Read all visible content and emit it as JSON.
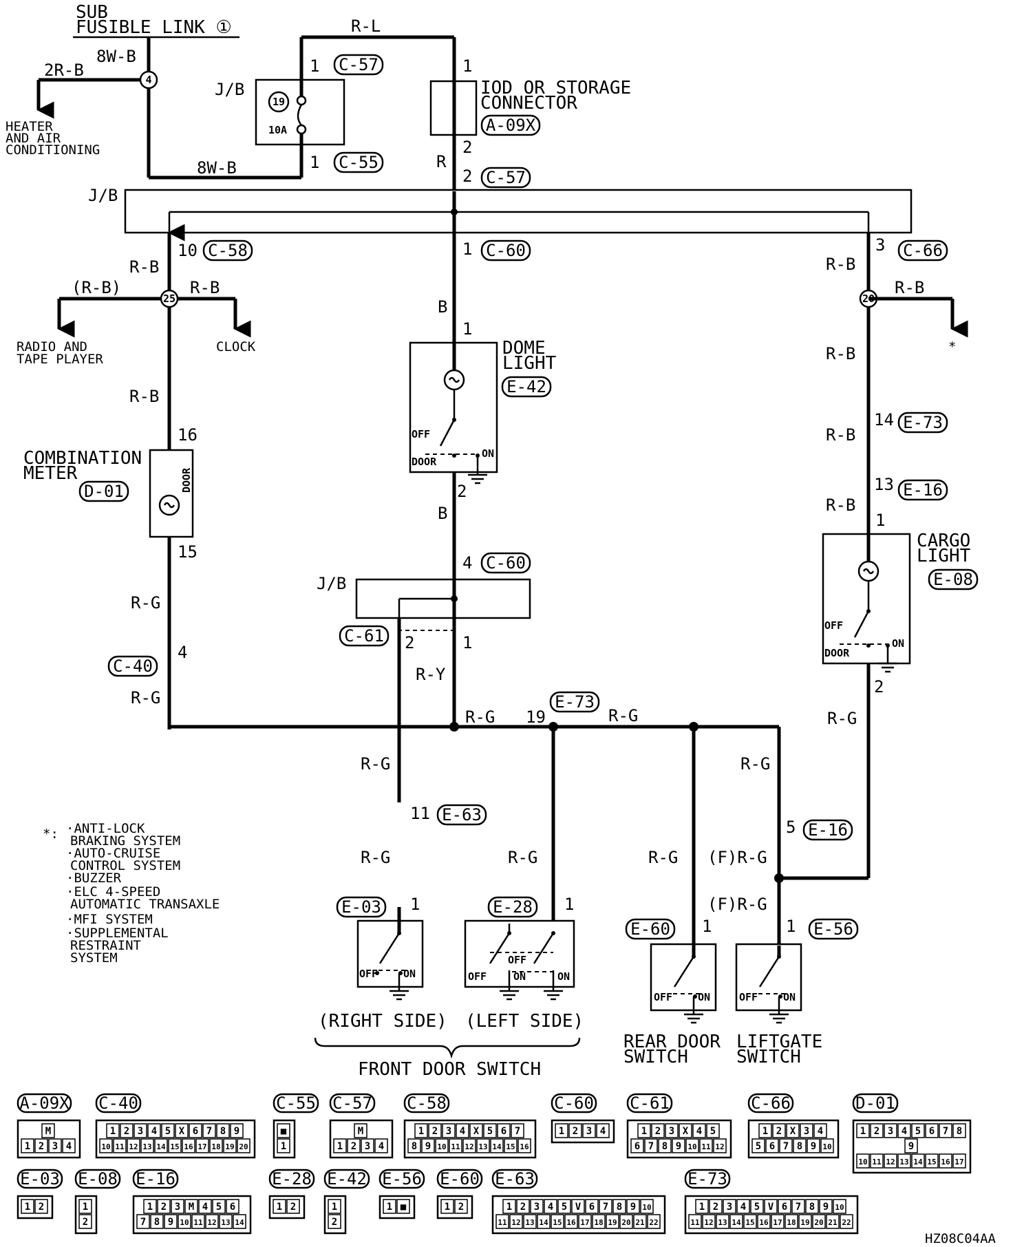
{
  "labels": {
    "sub_fusible_link": [
      "SUB",
      "FUSIBLE LINK ①"
    ],
    "heater": [
      "HEATER",
      "AND AIR",
      "CONDITIONING"
    ],
    "radio": [
      "RADIO AND",
      "TAPE PLAYER"
    ],
    "clock": "CLOCK",
    "combination_meter": [
      "COMBINATION",
      "METER"
    ],
    "iod": [
      "IOD OR STORAGE",
      "CONNECTOR"
    ],
    "dome_light": [
      "DOME",
      "LIGHT"
    ],
    "cargo_light": [
      "CARGO",
      "LIGHT"
    ],
    "jb": "J/B",
    "right_side": "(RIGHT SIDE)",
    "left_side": "(LEFT SIDE)",
    "front_door_switch": "FRONT DOOR SWITCH",
    "rear_door_switch": [
      "REAR DOOR",
      "SWITCH"
    ],
    "liftgate_switch": [
      "LIFTGATE",
      "SWITCH"
    ],
    "diagram_code": "HZ08C04AA",
    "fuse_no": "19",
    "fuse_rating": "10A",
    "door": "DOOR",
    "off": "OFF",
    "on": "ON"
  },
  "wires": {
    "w8wb": "8W-B",
    "w2rb": "2R-B",
    "rl": "R-L",
    "r": "R",
    "rb": "R-B",
    "rb_paren": "(R-B)",
    "b": "B",
    "rg": "R-G",
    "ry": "R-Y",
    "frg": "(F)R-G"
  },
  "splices": [
    "4",
    "25",
    "20"
  ],
  "connectors": {
    "a09x": "A-09X",
    "c40": "C-40",
    "c55": "C-55",
    "c57": "C-57",
    "c58": "C-58",
    "c60": "C-60",
    "c61": "C-61",
    "c66": "C-66",
    "d01": "D-01",
    "e03": "E-03",
    "e08": "E-08",
    "e16": "E-16",
    "e28": "E-28",
    "e42": "E-42",
    "e56": "E-56",
    "e60": "E-60",
    "e63": "E-63",
    "e73": "E-73"
  },
  "pins": {
    "c57_1": "1",
    "c55_1": "1",
    "iod_1": "1",
    "iod_2": "2",
    "c57_2": "2",
    "c58_10": "10",
    "c60_1": "1",
    "c66_3": "3",
    "d01_16": "16",
    "d01_15": "15",
    "c40_4": "4",
    "e42_1": "1",
    "e42_2": "2",
    "c60_4": "4",
    "c61_2": "2",
    "c61_1": "1",
    "e73_14": "14",
    "e16_13": "13",
    "e08_1": "1",
    "e08_2": "2",
    "e73_19": "19",
    "e63_11": "11",
    "e16_5": "5",
    "e03_1": "1",
    "e28_1": "1",
    "e60_1": "1",
    "e56_1": "1"
  },
  "legend": {
    "marker": "*:",
    "items": [
      [
        "ANTI-LOCK",
        "BRAKING SYSTEM"
      ],
      [
        "AUTO-CRUISE",
        "CONTROL SYSTEM"
      ],
      [
        "BUZZER"
      ],
      [
        "ELC 4-SPEED",
        "AUTOMATIC TRANSAXLE"
      ],
      [
        "MFI SYSTEM"
      ],
      [
        "SUPPLEMENTAL",
        "RESTRAINT",
        "SYSTEM"
      ]
    ]
  },
  "asterisk": "*",
  "connector_views": [
    {
      "name": "A-09X",
      "rows": [
        [
          "M"
        ],
        [
          "1",
          "2",
          "3",
          "4"
        ]
      ]
    },
    {
      "name": "C-40",
      "rows": [
        [
          "1",
          "2",
          "3",
          "4",
          "5",
          "X",
          "6",
          "7",
          "8",
          "9"
        ],
        [
          "10",
          "11",
          "12",
          "13",
          "14",
          "15",
          "16",
          "17",
          "18",
          "19",
          "20"
        ]
      ]
    },
    {
      "name": "C-55",
      "rows": [
        [
          "■"
        ],
        [
          "1"
        ]
      ]
    },
    {
      "name": "C-57",
      "rows": [
        [
          "M"
        ],
        [
          "1",
          "2",
          "3",
          "4"
        ]
      ]
    },
    {
      "name": "C-58",
      "rows": [
        [
          "1",
          "2",
          "3",
          "4",
          "X",
          "5",
          "6",
          "7"
        ],
        [
          "8",
          "9",
          "10",
          "11",
          "12",
          "13",
          "14",
          "15",
          "16"
        ]
      ]
    },
    {
      "name": "C-60",
      "rows": [
        [
          "1",
          "2",
          "3",
          "4"
        ]
      ]
    },
    {
      "name": "C-61",
      "rows": [
        [
          "1",
          "2",
          "3",
          "X",
          "4",
          "5"
        ],
        [
          "6",
          "7",
          "8",
          "9",
          "10",
          "11",
          "12"
        ]
      ]
    },
    {
      "name": "C-66",
      "rows": [
        [
          "1",
          "2",
          "X",
          "3",
          "4"
        ],
        [
          "5",
          "6",
          "7",
          "8",
          "9",
          "10"
        ]
      ]
    },
    {
      "name": "D-01",
      "rows": [
        [
          "1",
          "2",
          "3",
          "4",
          "5",
          "6",
          "7",
          "8"
        ],
        [
          "9"
        ],
        [
          "10",
          "11",
          "12",
          "13",
          "14",
          "15",
          "16",
          "17"
        ]
      ]
    },
    {
      "name": "E-03",
      "rows": [
        [
          "1",
          "2"
        ]
      ]
    },
    {
      "name": "E-08",
      "rows": [
        [
          "1"
        ],
        [
          "2"
        ]
      ]
    },
    {
      "name": "E-16",
      "rows": [
        [
          "1",
          "2",
          "3",
          "M",
          "4",
          "5",
          "6"
        ],
        [
          "7",
          "8",
          "9",
          "10",
          "11",
          "12",
          "13",
          "14"
        ]
      ]
    },
    {
      "name": "E-28",
      "rows": [
        [
          "1",
          "2"
        ]
      ]
    },
    {
      "name": "E-42",
      "rows": [
        [
          "1"
        ],
        [
          "2"
        ]
      ]
    },
    {
      "name": "E-56",
      "rows": [
        [
          "1",
          "■"
        ]
      ]
    },
    {
      "name": "E-60",
      "rows": [
        [
          "1",
          "2"
        ]
      ]
    },
    {
      "name": "E-63",
      "rows": [
        [
          "1",
          "2",
          "3",
          "4",
          "5",
          "V",
          "6",
          "7",
          "8",
          "9",
          "10"
        ],
        [
          "11",
          "12",
          "13",
          "14",
          "15",
          "16",
          "17",
          "18",
          "19",
          "20",
          "21",
          "22"
        ]
      ]
    },
    {
      "name": "E-73",
      "rows": [
        [
          "1",
          "2",
          "3",
          "4",
          "5",
          "V",
          "6",
          "7",
          "8",
          "9",
          "10"
        ],
        [
          "11",
          "12",
          "13",
          "14",
          "15",
          "16",
          "17",
          "18",
          "19",
          "20",
          "21",
          "22"
        ]
      ]
    }
  ]
}
